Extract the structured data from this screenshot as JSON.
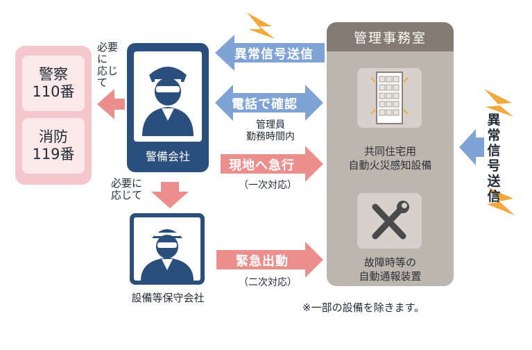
{
  "emergency": {
    "police": "警察\n110番",
    "fire": "消防\n119番"
  },
  "security_company": {
    "label": "警備会社",
    "note_top": "必要\nに\n応じて",
    "note_bottom": "必要に\n応じて"
  },
  "maintenance_company": {
    "label": "設備等保守会社"
  },
  "office": {
    "title": "管理事務室",
    "device1": "共同住宅用\n自動火災感知設備",
    "device2": "故障時等の\n自動通報装置"
  },
  "arrows": {
    "abnormal_signal": "異常信号送信",
    "phone_confirm": "電話で確認",
    "phone_confirm_sub": "管理員\n勤務時間内",
    "rush_to_site": "現地へ急行",
    "rush_sub": "（一次対応）",
    "emergency_dispatch": "緊急出動",
    "dispatch_sub": "（二次対応）",
    "incoming_signal": "異\n常\n信\n号\n送\n信"
  },
  "footnote": "※一部の設備を除きます。",
  "colors": {
    "navy": "#2b4f7c",
    "blue_arrow": "#7ea3d4",
    "pink_arrow": "#ec8f8c",
    "office_bg": "#bcb6ae",
    "office_head": "#847c72",
    "bolt": "#f2a93b"
  }
}
